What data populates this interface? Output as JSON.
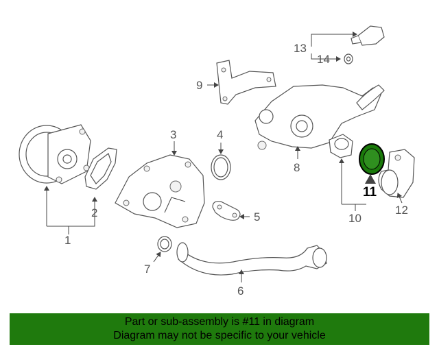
{
  "callouts": [
    "1",
    "2",
    "3",
    "4",
    "5",
    "6",
    "7",
    "8",
    "9",
    "10",
    "11",
    "12",
    "13",
    "14"
  ],
  "highlight": {
    "part_number": "11",
    "color": "#1a7a0a"
  },
  "banner": {
    "line1": "Part or sub-assembly is #11 in diagram",
    "line2": "Diagram may not be specific to your vehicle",
    "background": "#1f7a0d"
  }
}
